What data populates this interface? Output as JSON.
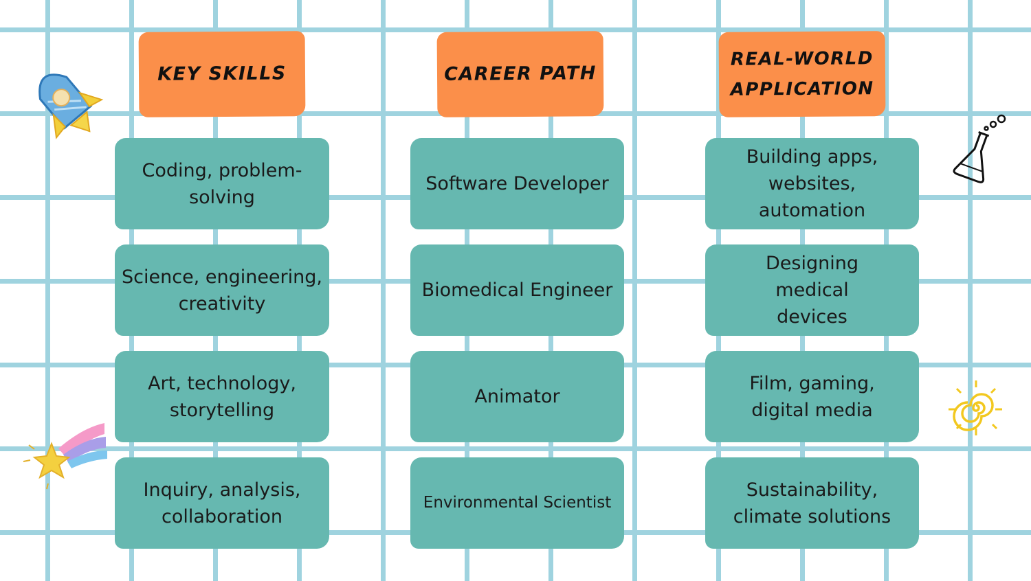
{
  "headers": {
    "skills": "KEY SKILLS",
    "career": "CAREER PATH",
    "application": "REAL-WORLD APPLICATION"
  },
  "rows": [
    {
      "skills": "Coding, problem-solving",
      "career": "Software Developer",
      "application": "Building apps, websites, automation"
    },
    {
      "skills": "Science, engineering, creativity",
      "career": "Biomedical Engineer",
      "application": "Designing medical devices"
    },
    {
      "skills": "Art, technology, storytelling",
      "career": "Animator",
      "application": "Film, gaming, digital media"
    },
    {
      "skills": "Inquiry, analysis, collaboration",
      "career": "Environmental Scientist",
      "application": "Sustainability, climate solutions"
    }
  ],
  "colors": {
    "header": "#fb8f4a",
    "cell": "#66b8b0",
    "grid": "#9fd3df"
  },
  "decorations": [
    "rocket-icon",
    "flask-icon",
    "shooting-star-icon",
    "sun-icon"
  ]
}
